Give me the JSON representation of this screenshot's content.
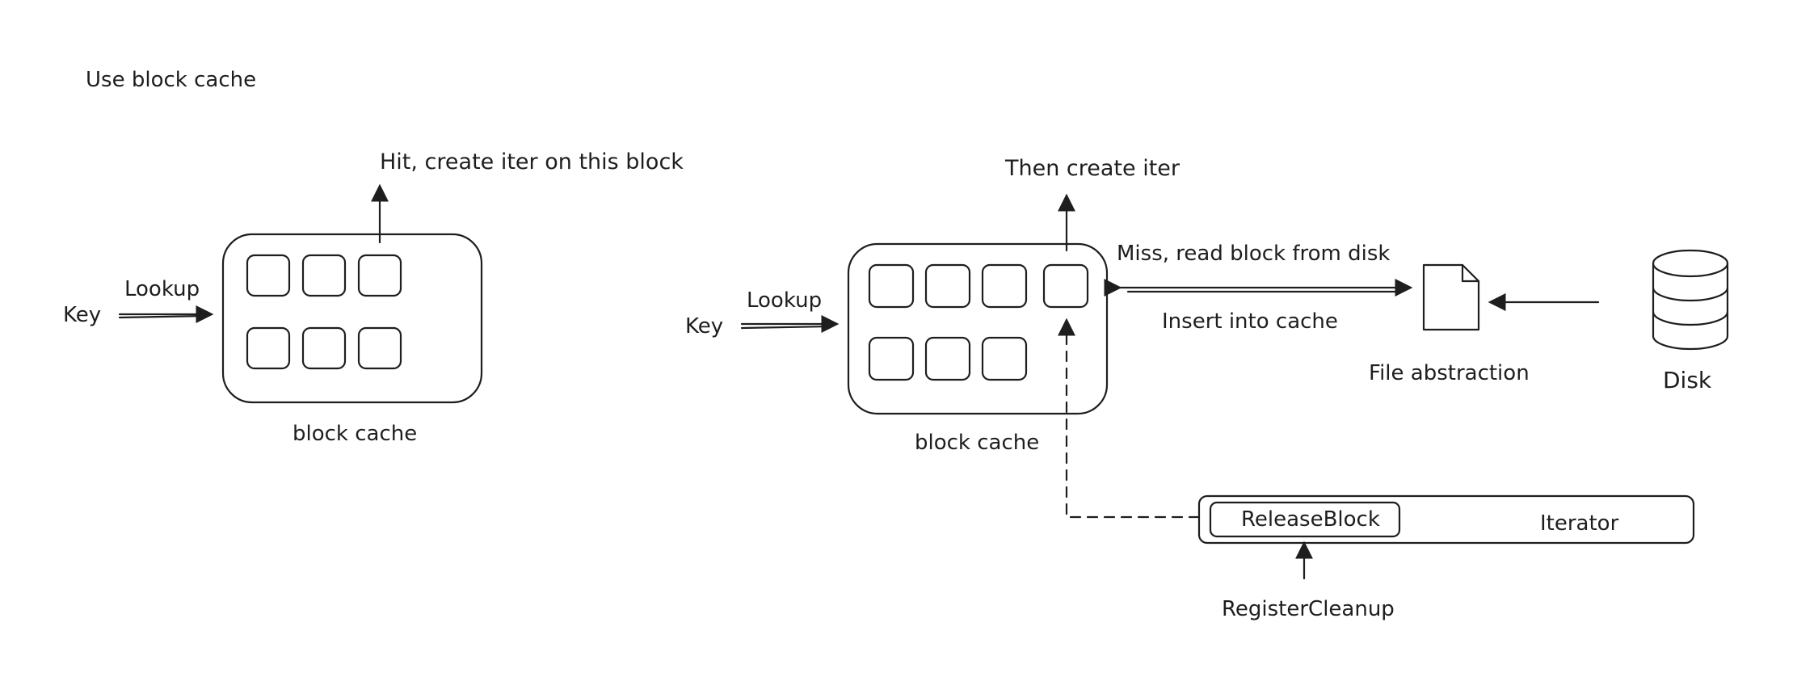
{
  "title": "Use block cache",
  "left": {
    "key": "Key",
    "lookup": "Lookup",
    "hit": "Hit, create iter on this block",
    "cache_label": "block cache"
  },
  "right": {
    "key": "Key",
    "lookup": "Lookup",
    "then": "Then create iter",
    "miss": "Miss, read block from disk",
    "insert": "Insert into cache",
    "cache_label": "block cache",
    "file": "File abstraction",
    "disk": "Disk",
    "release": "ReleaseBlock",
    "iterator": "Iterator",
    "register": "RegisterCleanup"
  },
  "colors": {
    "stroke": "#1e1e1e",
    "cache_fill": "#fff3e6",
    "block_fill": "#e3f7fb",
    "hit_block": "#ffc9c9",
    "miss_block": "#fcc2d7",
    "iterator_fill": "#e5f3fb",
    "release_fill": "#ffc9c9",
    "disk_fill": "#e8dcd8"
  }
}
